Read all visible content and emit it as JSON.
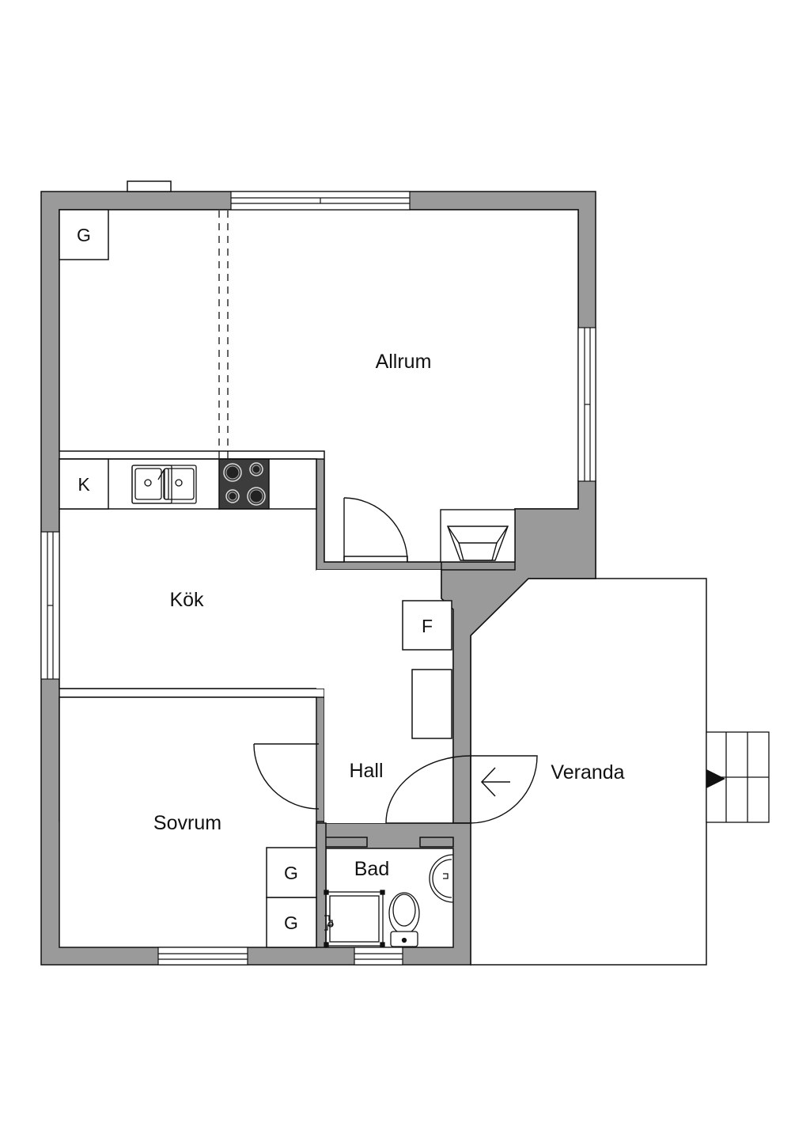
{
  "rooms": {
    "allrum": "Allrum",
    "kok": "Kök",
    "hall": "Hall",
    "sovrum": "Sovrum",
    "bad": "Bad",
    "veranda": "Veranda"
  },
  "fixtures": {
    "wardrobe_allrum": "G",
    "fridge": "K",
    "freezer": "F",
    "wardrobe_sovrum_1": "G",
    "wardrobe_sovrum_2": "G"
  },
  "colors": {
    "wall": "#9a9a9a",
    "line": "#111111",
    "background": "#ffffff",
    "stove": "#3c3c3c"
  }
}
